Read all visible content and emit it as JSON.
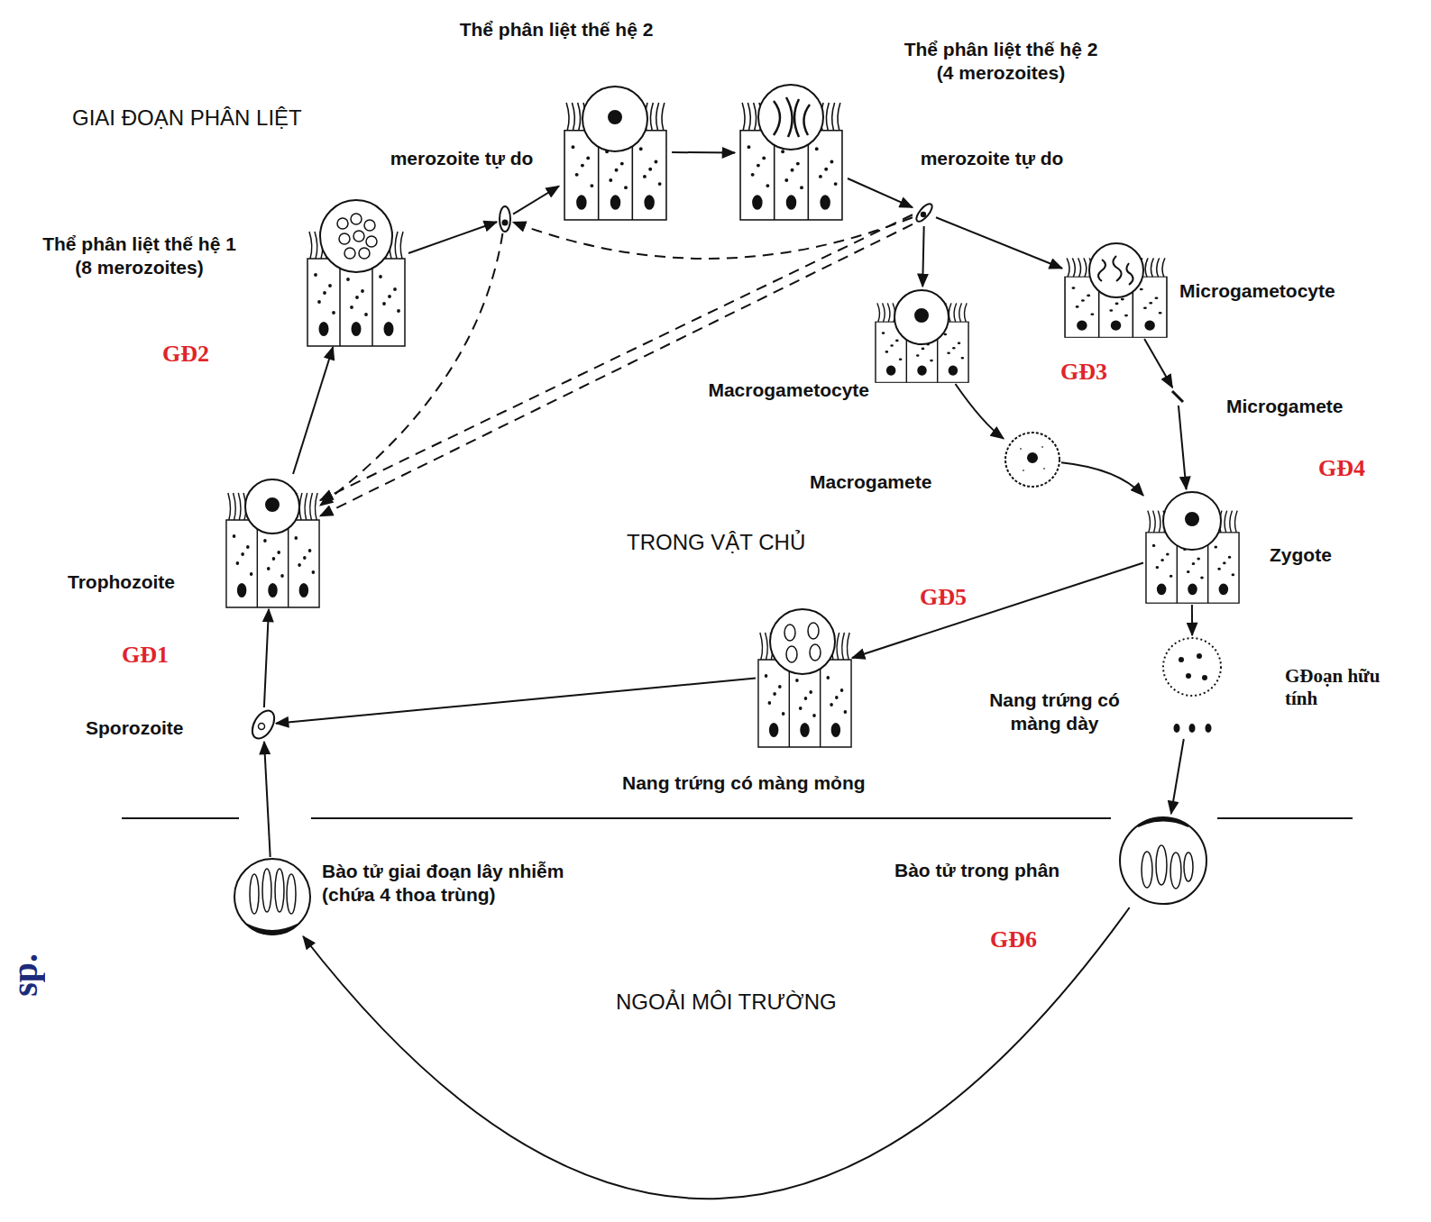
{
  "diagram": {
    "nodes": [
      {
        "text": [
          "Thể phân liệt thế hệ 1 (8 merozoites)"
        ]
      },
      {
        "text": [
          "merozoite tự do"
        ]
      },
      {
        "text": [
          "Thể phân liệt thế hệ 2"
        ]
      },
      {
        "text": [
          "Thể phân liệt thế hệ 2 (4 merozoites)"
        ]
      },
      {
        "text": [
          "merozoite tự do"
        ]
      },
      {
        "text": [
          "Microgametocyte"
        ]
      },
      {
        "text": [
          "Microgamete"
        ]
      },
      {
        "text": [
          "Macrogametocyte"
        ]
      },
      {
        "text": [
          "Macrogamete"
        ]
      },
      {
        "text": [
          "Zygote"
        ]
      },
      {
        "text": [
          "Nang trứng có màng dày"
        ]
      },
      {
        "text": [
          "Bào tử trong phân"
        ]
      },
      {
        "text": [
          "Bào tử giai đoạn lây nhiễm (chứa 4 thoa trùng)"
        ]
      },
      {
        "text": [
          "Sporozoite"
        ]
      },
      {
        "text": [
          "Trophozoite"
        ]
      },
      {
        "text": [
          "Nang trứng có màng mỏng"
        ]
      }
    ],
    "edges": [
      {
        "from": 14,
        "to": 0,
        "arrow": "to"
      },
      {
        "from": 0,
        "to": 1,
        "arrow": "to"
      },
      {
        "from": 1,
        "to": 2,
        "arrow": "to"
      },
      {
        "from": 2,
        "to": 3,
        "arrow": "to"
      },
      {
        "from": 3,
        "to": 4,
        "arrow": "to"
      },
      {
        "from": 4,
        "to": 1,
        "arrow": "to"
      },
      {
        "from": 1,
        "to": 14,
        "arrow": "to"
      },
      {
        "from": 4,
        "to": 14,
        "arrow": "to"
      },
      {
        "from": 4,
        "to": 14,
        "arrow": "to"
      },
      {
        "from": 4,
        "to": 5,
        "arrow": "to"
      },
      {
        "from": 4,
        "to": 7,
        "arrow": "to"
      },
      {
        "from": 5,
        "to": 6,
        "arrow": "to"
      },
      {
        "from": 6,
        "to": 9,
        "arrow": "to"
      },
      {
        "from": 7,
        "to": 8,
        "arrow": "to"
      },
      {
        "from": 8,
        "to": 9,
        "arrow": "to"
      },
      {
        "from": 9,
        "to": 10,
        "arrow": "to"
      },
      {
        "from": 9,
        "to": 15,
        "arrow": "to"
      },
      {
        "from": 15,
        "to": 13,
        "arrow": "to"
      },
      {
        "from": 10,
        "to": 11,
        "arrow": "to"
      },
      {
        "from": 11,
        "to": 12,
        "arrow": "to"
      },
      {
        "from": 12,
        "to": 13,
        "arrow": "to"
      },
      {
        "from": 13,
        "to": 14,
        "arrow": "to"
      }
    ],
    "labels": [
      "GIAI ĐOẠN PHÂN LIỆT",
      "GĐ2",
      "GĐ3",
      "GĐ4",
      "TRONG VẬT CHỦ",
      "GĐ5",
      "GĐ1",
      "GĐoạn hữu tính",
      "GĐ6",
      "NGOẢI MÔI TRƯỜNG",
      "sp."
    ]
  }
}
